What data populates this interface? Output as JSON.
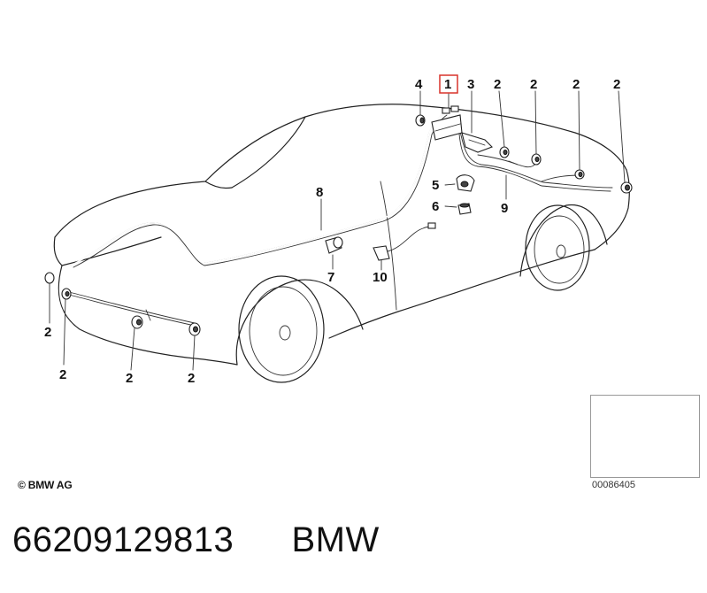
{
  "diagram": {
    "callouts": [
      {
        "id": "c4-top",
        "text": "4"
      },
      {
        "id": "c1-top",
        "text": "1",
        "highlighted": true
      },
      {
        "id": "c3-top",
        "text": "3"
      },
      {
        "id": "c2-top-a",
        "text": "2"
      },
      {
        "id": "c2-top-b",
        "text": "2"
      },
      {
        "id": "c2-top-c",
        "text": "2"
      },
      {
        "id": "c2-top-d",
        "text": "2"
      },
      {
        "id": "c5",
        "text": "5"
      },
      {
        "id": "c6",
        "text": "6"
      },
      {
        "id": "c9",
        "text": "9"
      },
      {
        "id": "c8",
        "text": "8"
      },
      {
        "id": "c7",
        "text": "7"
      },
      {
        "id": "c10",
        "text": "10"
      },
      {
        "id": "c2-front-a",
        "text": "2"
      },
      {
        "id": "c2-front-b",
        "text": "2"
      },
      {
        "id": "c2-front-c",
        "text": "2"
      },
      {
        "id": "c2-front-d",
        "text": "2"
      }
    ],
    "highlight_color": "#d9342b",
    "copyright": "© BMW AG",
    "thumbnail_id": "00086405"
  },
  "footer": {
    "part_number": "66209129813",
    "brand": "BMW"
  }
}
